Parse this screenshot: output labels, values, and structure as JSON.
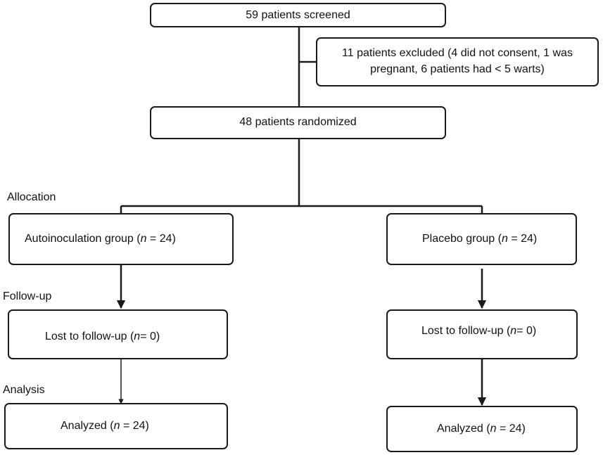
{
  "nodes": {
    "screened": {
      "text": "59 patients screened"
    },
    "excluded": {
      "line1": "11 patients excluded (4 did not consent, 1 was",
      "line2": "pregnant, 6 patients had < 5 warts)"
    },
    "randomized": {
      "text": "48 patients randomized"
    },
    "auto_group": {
      "pre": "Autoinoculation group (",
      "n": "n",
      "post": " = 24)"
    },
    "placebo_group": {
      "pre": "Placebo group (",
      "n": "n",
      "post": " = 24)"
    },
    "auto_lost": {
      "pre": "Lost to follow-up (",
      "n": "n",
      "post": "= 0)"
    },
    "placebo_lost": {
      "pre": "Lost to follow-up (",
      "n": "n",
      "post": "= 0)"
    },
    "auto_analyzed": {
      "pre": "Analyzed (",
      "n": "n",
      "post": " = 24)"
    },
    "placebo_analyzed": {
      "pre": "Analyzed (",
      "n": "n",
      "post": " = 24)"
    }
  },
  "stages": {
    "allocation": "Allocation",
    "follow_up": "Follow-up",
    "analysis": "Analysis"
  }
}
